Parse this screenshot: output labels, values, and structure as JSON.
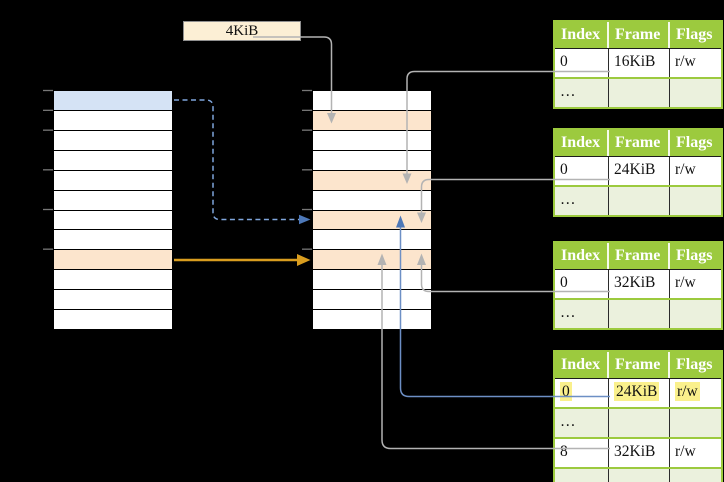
{
  "diagram": {
    "page_size_label": "4KiB",
    "virtual_column": {
      "rows": 12,
      "blue_row": 0,
      "orange_row": 8
    },
    "physical_column": {
      "rows": 12,
      "orange_rows": [
        1,
        4,
        6,
        8
      ]
    },
    "tick_rows": [
      0,
      1,
      2,
      4,
      6,
      8
    ],
    "frame_tables": [
      {
        "headers": [
          "Index",
          "Frame",
          "Flags"
        ],
        "rows": [
          {
            "cells": [
              "0",
              "16KiB",
              "r/w"
            ],
            "tone": "white",
            "highlight": false
          },
          {
            "cells": [
              "…",
              "",
              ""
            ],
            "tone": "green",
            "highlight": false
          }
        ]
      },
      {
        "headers": [
          "Index",
          "Frame",
          "Flags"
        ],
        "rows": [
          {
            "cells": [
              "0",
              "24KiB",
              "r/w"
            ],
            "tone": "white",
            "highlight": false
          },
          {
            "cells": [
              "…",
              "",
              ""
            ],
            "tone": "green",
            "highlight": false
          }
        ]
      },
      {
        "headers": [
          "Index",
          "Frame",
          "Flags"
        ],
        "rows": [
          {
            "cells": [
              "0",
              "32KiB",
              "r/w"
            ],
            "tone": "white",
            "highlight": false
          },
          {
            "cells": [
              "…",
              "",
              ""
            ],
            "tone": "green",
            "highlight": false
          }
        ]
      },
      {
        "headers": [
          "Index",
          "Frame",
          "Flags"
        ],
        "rows": [
          {
            "cells": [
              "0",
              "24KiB",
              "r/w"
            ],
            "tone": "white",
            "highlight": true
          },
          {
            "cells": [
              "…",
              "",
              ""
            ],
            "tone": "green",
            "highlight": false
          },
          {
            "cells": [
              "8",
              "32KiB",
              "r/w"
            ],
            "tone": "white",
            "highlight": false
          },
          {
            "cells": [
              "…",
              "",
              ""
            ],
            "tone": "green",
            "highlight": false
          }
        ]
      }
    ]
  },
  "palette": {
    "bg": "#000000",
    "row_blue": "#d5e3f5",
    "row_orange": "#fce5cd",
    "box_cream": "#fcefd5",
    "green": "#9cca3e",
    "green_light": "#ebf1dd",
    "yellow": "#faf08c",
    "gray_line": "#b3b3b3",
    "blue_line": "#6d8fc5",
    "blue_head": "#4d78b8",
    "dash_blue": "#7fa5dc",
    "orange_line": "#d99d1f"
  }
}
